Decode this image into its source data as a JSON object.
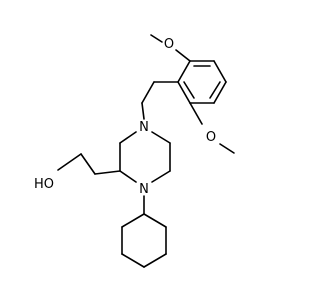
{
  "molecule": {
    "atom_labels": {
      "o_methoxy_top": "O",
      "o_methoxy_bottom": "O",
      "n_top": "N",
      "n_bottom": "N",
      "hydroxyl": "HO"
    }
  }
}
